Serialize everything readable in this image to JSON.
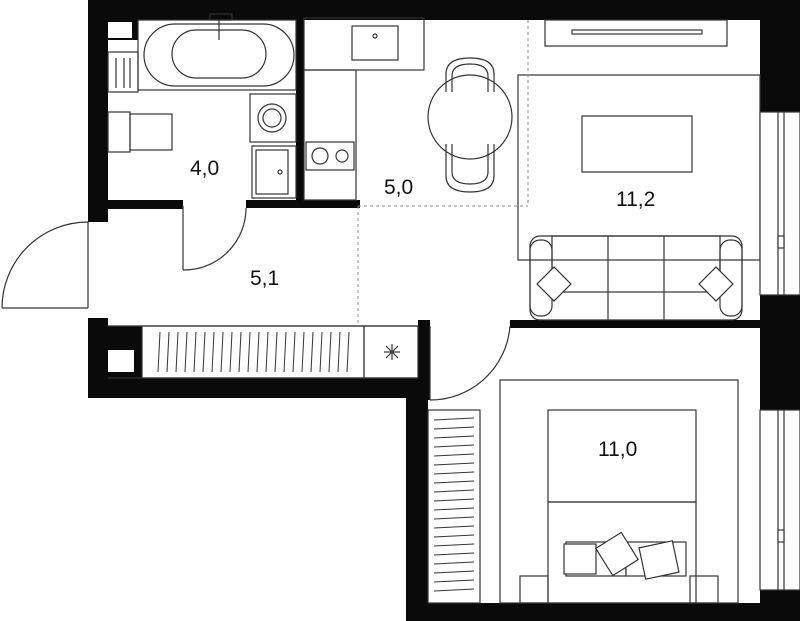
{
  "floor_plan": {
    "rooms": [
      {
        "id": "bathroom",
        "area": "4,0"
      },
      {
        "id": "kitchen",
        "area": "5,0"
      },
      {
        "id": "hallway",
        "area": "5,1"
      },
      {
        "id": "living-room",
        "area": "11,2"
      },
      {
        "id": "bedroom",
        "area": "11,0"
      }
    ]
  },
  "colors": {
    "wall": "#0a0a0a",
    "line": "#333333",
    "light_line": "#8a8a8a",
    "background": "#ffffff"
  }
}
